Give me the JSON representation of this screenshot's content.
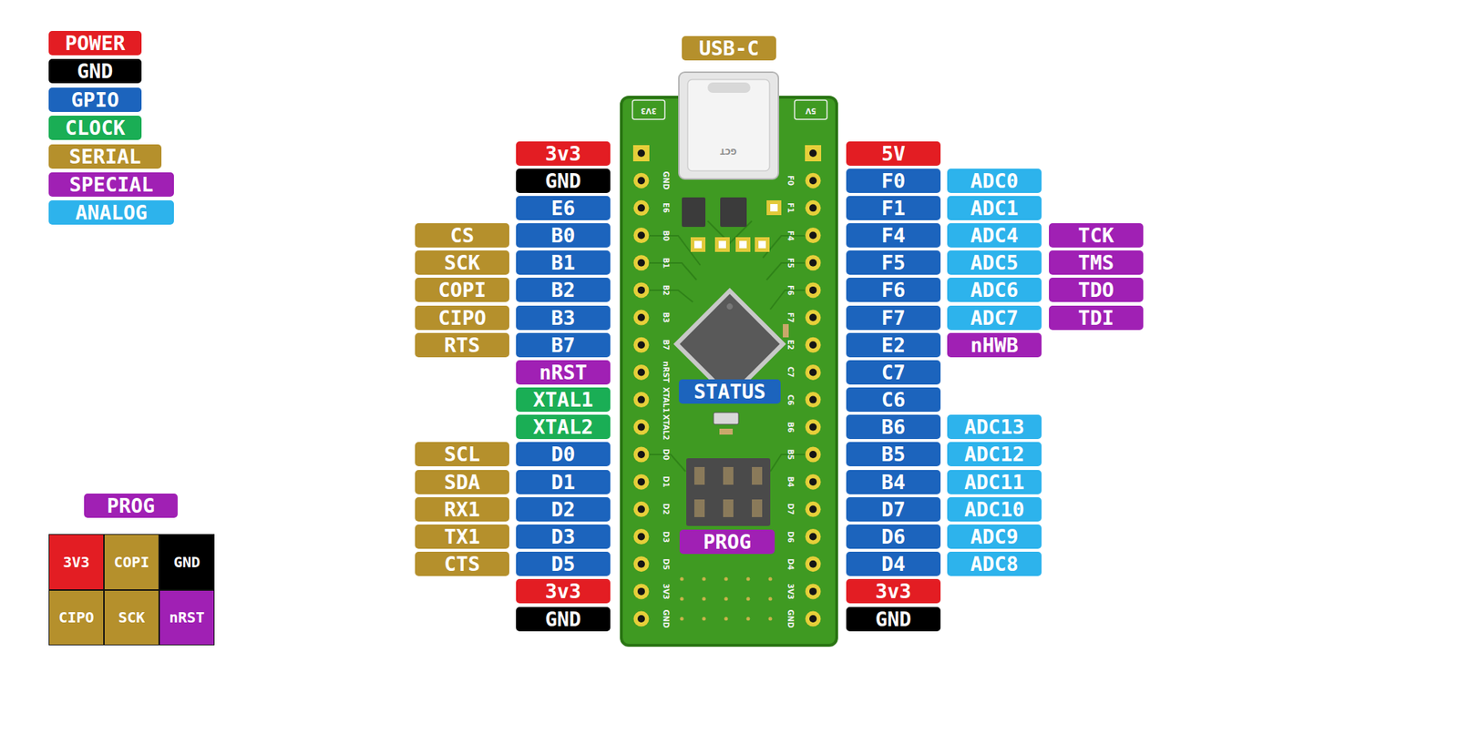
{
  "diagram": {
    "nodes": [
      {
        "text": [
          "USB-C"
        ]
      },
      {
        "text": [
          "3v3"
        ]
      },
      {
        "text": [
          "5V"
        ]
      },
      {
        "text": [
          "GND"
        ]
      },
      {
        "text": [
          "F0"
        ]
      },
      {
        "text": [
          "ADC0"
        ]
      },
      {
        "text": [
          "E6"
        ]
      },
      {
        "text": [
          "F1"
        ]
      },
      {
        "text": [
          "ADC1"
        ]
      },
      {
        "text": [
          "CS"
        ]
      },
      {
        "text": [
          "B0"
        ]
      },
      {
        "text": [
          "F4"
        ]
      },
      {
        "text": [
          "ADC4"
        ]
      },
      {
        "text": [
          "TCK"
        ]
      },
      {
        "text": [
          "SCK"
        ]
      },
      {
        "text": [
          "B1"
        ]
      },
      {
        "text": [
          "F5"
        ]
      },
      {
        "text": [
          "ADC5"
        ]
      },
      {
        "text": [
          "TMS"
        ]
      },
      {
        "text": [
          "COPI"
        ]
      },
      {
        "text": [
          "B2"
        ]
      },
      {
        "text": [
          "F6"
        ]
      },
      {
        "text": [
          "ADC6"
        ]
      },
      {
        "text": [
          "TDO"
        ]
      },
      {
        "text": [
          "CIPO"
        ]
      },
      {
        "text": [
          "B3"
        ]
      },
      {
        "text": [
          "F7"
        ]
      },
      {
        "text": [
          "ADC7"
        ]
      },
      {
        "text": [
          "TDI"
        ]
      },
      {
        "text": [
          "RTS"
        ]
      },
      {
        "text": [
          "B7"
        ]
      },
      {
        "text": [
          "E2"
        ]
      },
      {
        "text": [
          "nHWB"
        ]
      },
      {
        "text": [
          "nRST"
        ]
      },
      {
        "text": [
          "C7"
        ]
      },
      {
        "text": [
          "STATUS"
        ]
      },
      {
        "text": [
          "XTAL1"
        ]
      },
      {
        "text": [
          "C6"
        ]
      },
      {
        "text": [
          "XTAL2"
        ]
      },
      {
        "text": [
          "B6"
        ]
      },
      {
        "text": [
          "ADC13"
        ]
      },
      {
        "text": [
          "SCL"
        ]
      },
      {
        "text": [
          "D0"
        ]
      },
      {
        "text": [
          "B5"
        ]
      },
      {
        "text": [
          "ADC12"
        ]
      },
      {
        "text": [
          "SDA"
        ]
      },
      {
        "text": [
          "D1"
        ]
      },
      {
        "text": [
          "B4"
        ]
      },
      {
        "text": [
          "ADC11"
        ]
      },
      {
        "text": [
          "RX1"
        ]
      },
      {
        "text": [
          "D2"
        ]
      },
      {
        "text": [
          "D7"
        ]
      },
      {
        "text": [
          "ADC10"
        ]
      },
      {
        "text": [
          "TX1"
        ]
      },
      {
        "text": [
          "D3"
        ]
      },
      {
        "text": [
          "D6"
        ]
      },
      {
        "text": [
          "ADC9"
        ]
      },
      {
        "text": [
          "PROG"
        ]
      },
      {
        "text": [
          "CTS"
        ]
      },
      {
        "text": [
          "D5"
        ]
      },
      {
        "text": [
          "D4"
        ]
      },
      {
        "text": [
          "ADC8"
        ]
      },
      {
        "text": [
          "3v3"
        ]
      },
      {
        "text": [
          "3v3"
        ]
      },
      {
        "text": [
          "GND"
        ]
      },
      {
        "text": [
          "GND"
        ]
      },
      {
        "text": [
          "PROG"
        ]
      }
    ],
    "labels": [
      "3V3",
      "5V",
      "GND",
      "E6",
      "B0",
      "B1",
      "B2",
      "B3",
      "B7",
      "nRST",
      "XTAL1",
      "XTAL2",
      "D0",
      "D1",
      "D2",
      "D3",
      "D5",
      "3V3",
      "GND",
      "F0",
      "F1",
      "F4",
      "F5",
      "F6",
      "F7",
      "E2",
      "C7",
      "C6",
      "B6",
      "B5",
      "B4",
      "D7",
      "D6",
      "D4",
      "3V3",
      "GND",
      "GCT",
      "3V3",
      "COPI",
      "GND",
      "CIPO",
      "SCK",
      "nRST"
    ],
    "legend": [
      {
        "text": "POWER",
        "color": "#e31d23"
      },
      {
        "text": "GND",
        "color": "#000000"
      },
      {
        "text": "GPIO",
        "color": "#1c64bd"
      },
      {
        "text": "CLOCK",
        "color": "#1aae55"
      },
      {
        "text": "SERIAL",
        "color": "#b5902c"
      },
      {
        "text": "SPECIAL",
        "color": "#a020b4"
      },
      {
        "text": "ANALOG",
        "color": "#2db3ec"
      }
    ]
  }
}
